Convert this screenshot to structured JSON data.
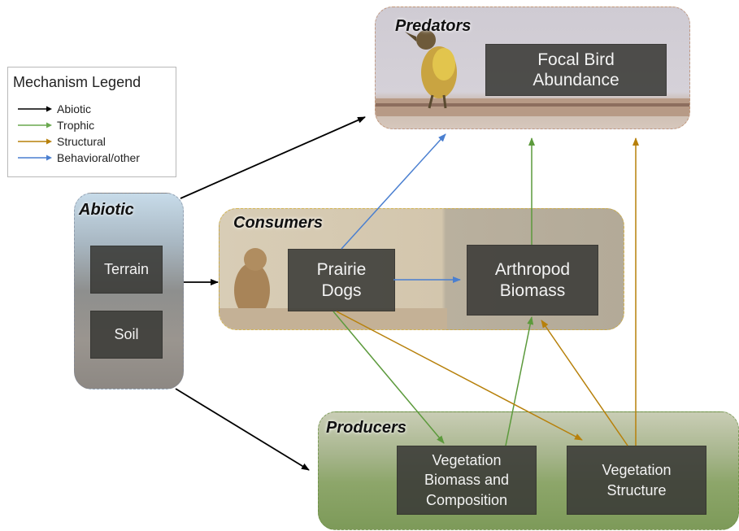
{
  "legend": {
    "title": "Mechanism Legend",
    "items": [
      {
        "label": "Abiotic",
        "color": "#000000"
      },
      {
        "label": "Trophic",
        "color": "#6aa84f"
      },
      {
        "label": "Structural",
        "color": "#b7800a"
      },
      {
        "label": "Behavioral/other",
        "color": "#4a7fd0"
      }
    ]
  },
  "panels": {
    "predators": "Predators",
    "consumers": "Consumers",
    "abiotic": "Abiotic",
    "producers": "Producers"
  },
  "nodes": {
    "focal_bird": "Focal Bird Abundance",
    "prairie_dogs": "Prairie Dogs",
    "arthropod": "Arthropod Biomass",
    "terrain": "Terrain",
    "soil": "Soil",
    "veg_biomass": "Vegetation Biomass and Composition",
    "veg_structure": "Vegetation Structure"
  },
  "colors": {
    "abiotic": "#000000",
    "trophic": "#5c9a3c",
    "structural": "#b7800a",
    "behavioral": "#4a7fd0"
  }
}
